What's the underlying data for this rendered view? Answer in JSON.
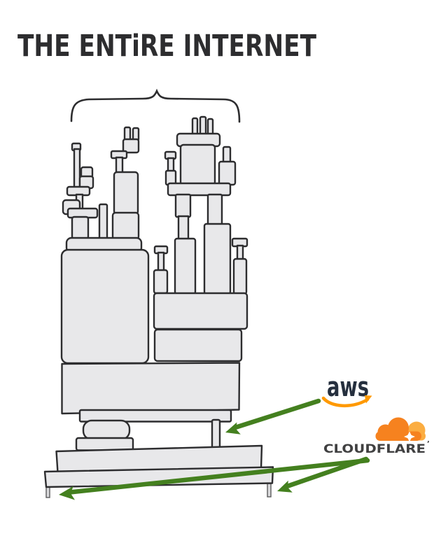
{
  "title": "THE ENTiRE INTERNET",
  "colors": {
    "background": "#ffffff",
    "ink": "#2d2d2f",
    "block_fill": "#e8e8ea",
    "arrow_green": "#44801f",
    "aws_text": "#252f3e",
    "aws_orange": "#ff9900",
    "cloudflare_orange": "#f6821f",
    "cloudflare_orange_light": "#fbad41",
    "cloudflare_text": "#404041"
  },
  "logos": {
    "aws": {
      "wordmark": "aws"
    },
    "cloudflare": {
      "wordmark": "CLOUDFLARE",
      "trademark_tick": "’"
    }
  },
  "diagram": {
    "arrows": [
      {
        "from": "aws",
        "to": "thin-support-pole"
      },
      {
        "from": "cloudflare",
        "to": "base-plate-left-leg"
      },
      {
        "from": "cloudflare",
        "to": "base-plate-right-leg"
      }
    ]
  }
}
